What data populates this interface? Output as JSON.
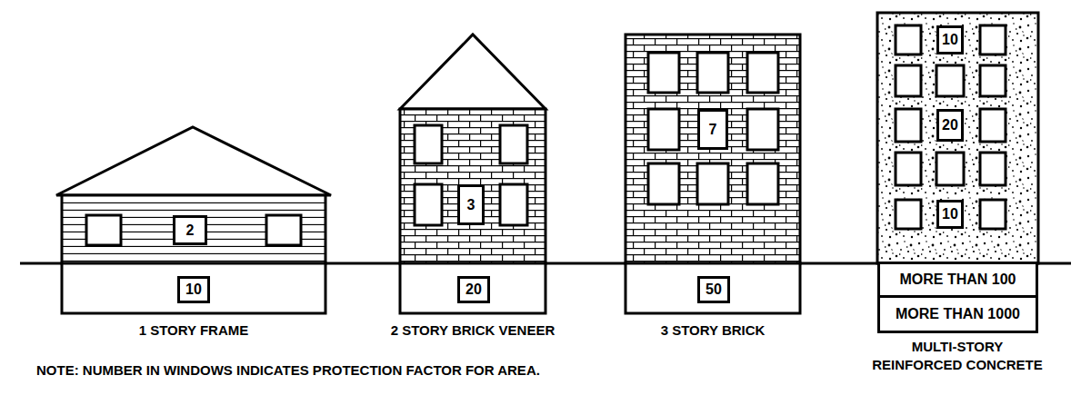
{
  "diagram": {
    "nodes": [
      {
        "text": [
          "2"
        ]
      },
      {
        "text": [
          "10"
        ]
      },
      {
        "text": [
          "3"
        ]
      },
      {
        "text": [
          "20"
        ]
      },
      {
        "text": [
          "7"
        ]
      },
      {
        "text": [
          "50"
        ]
      },
      {
        "text": [
          "10"
        ]
      },
      {
        "text": [
          "20"
        ]
      },
      {
        "text": [
          "10"
        ]
      },
      {
        "text": [
          "MORE THAN 100"
        ]
      },
      {
        "text": [
          "MORE THAN 1000"
        ]
      }
    ],
    "labels": [
      "1 STORY FRAME",
      "2 STORY BRICK VENEER",
      "3 STORY BRICK",
      "MULTI-STORY REINFORCED CONCRETE",
      "NOTE: NUMBER IN WINDOWS INDICATES PROTECTION FACTOR FOR AREA."
    ]
  }
}
